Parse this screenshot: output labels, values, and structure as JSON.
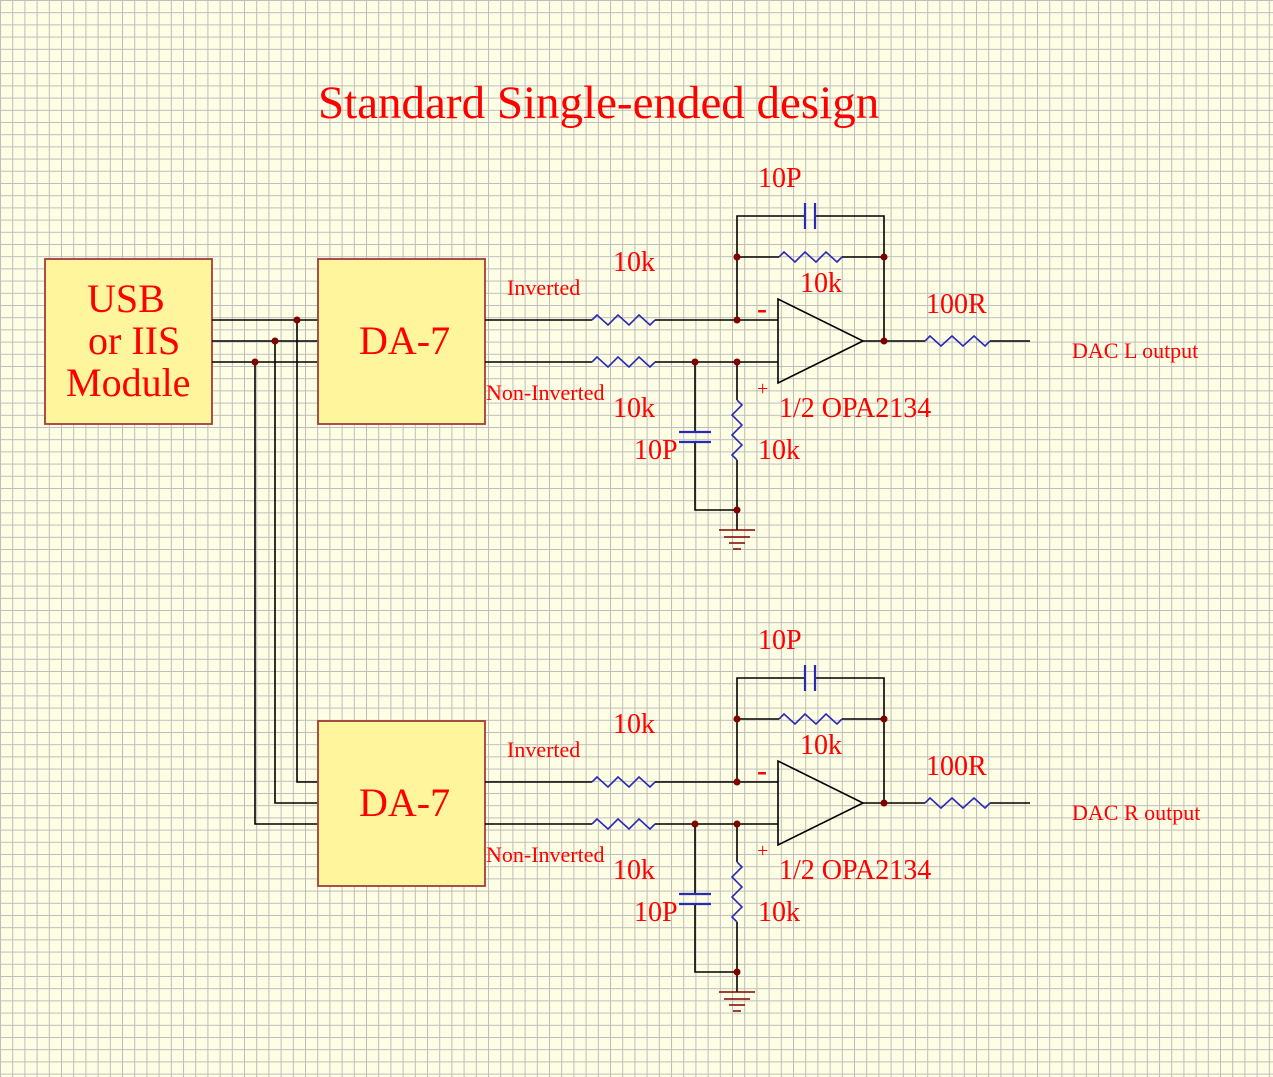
{
  "title": "Standard Single-ended design",
  "colors": {
    "background": "#fefee4",
    "grid": "#bdbdbd",
    "text": "#ff0000",
    "wire": "#000000",
    "junction": "#800000",
    "block_fill": "#fff59d",
    "block_border": "#a33c3c",
    "component": "#2a2ab8"
  },
  "source_module": {
    "lines": [
      "USB",
      "or IIS",
      "Module"
    ]
  },
  "dac_chips": [
    {
      "label": "DA-7"
    },
    {
      "label": "DA-7"
    }
  ],
  "channels": [
    {
      "inverted_label": "Inverted",
      "non_inverted_label": "Non-Inverted",
      "input_resistor_inverted": "10k",
      "input_resistor_non_inverted": "10k",
      "feedback_capacitor": "10P",
      "feedback_resistor": "10k",
      "shunt_capacitor": "10P",
      "shunt_resistor": "10k",
      "opamp_minus": "-",
      "opamp_plus": "+",
      "opamp_label": "1/2 OPA2134",
      "output_resistor": "100R",
      "output_label": "DAC L output"
    },
    {
      "inverted_label": "Inverted",
      "non_inverted_label": "Non-Inverted",
      "input_resistor_inverted": "10k",
      "input_resistor_non_inverted": "10k",
      "feedback_capacitor": "10P",
      "feedback_resistor": "10k",
      "shunt_capacitor": "10P",
      "shunt_resistor": "10k",
      "opamp_minus": "-",
      "opamp_plus": "+",
      "opamp_label": "1/2 OPA2134",
      "output_resistor": "100R",
      "output_label": "DAC R output"
    }
  ]
}
